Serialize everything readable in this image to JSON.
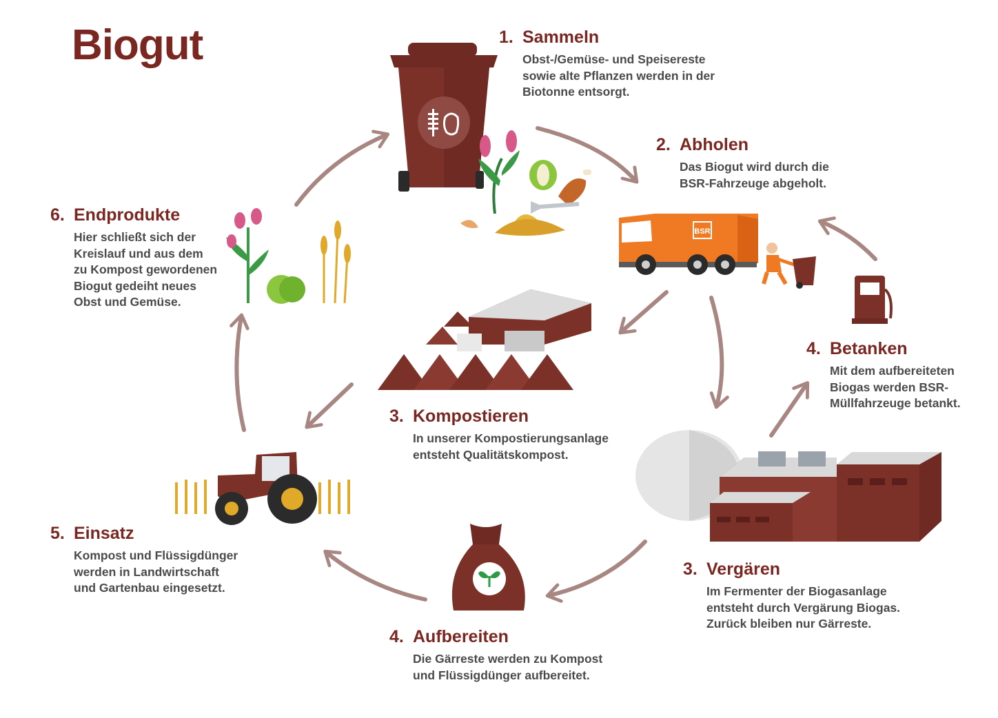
{
  "title": "Biogut",
  "colors": {
    "accent": "#7a2621",
    "bin": "#7b3028",
    "arrow": "#a88681",
    "truck": "#f07a24",
    "text": "#4a4a4a"
  },
  "icons": [
    "bin-icon",
    "truck-icon",
    "worker-icon",
    "fuel-pump-icon",
    "compost-plant-icon",
    "biogas-plant-icon",
    "fertilizer-bag-icon",
    "tractor-icon",
    "plants-icon",
    "waste-icon"
  ],
  "bin_logo": "bin-waste-logo",
  "truck_logo": "BSR",
  "steps": [
    {
      "id": "sammeln",
      "number": "1.",
      "heading": "Sammeln",
      "lines": [
        "Obst-/Gemüse- und Speisereste",
        "sowie alte Pflanzen werden in der",
        "Biotonne entsorgt."
      ]
    },
    {
      "id": "abholen",
      "number": "2.",
      "heading": "Abholen",
      "lines": [
        "Das Biogut wird durch die",
        "BSR-Fahrzeuge abgeholt."
      ]
    },
    {
      "id": "kompostieren",
      "number": "3.",
      "heading": "Kompostieren",
      "lines": [
        "In unserer Kompostierungsanlage",
        "entsteht Qualitätskompost."
      ]
    },
    {
      "id": "vergaeren",
      "number": "3.",
      "heading": "Vergären",
      "lines": [
        "Im Fermenter der Biogasanlage",
        "entsteht durch Vergärung Biogas.",
        "Zurück bleiben nur Gärreste."
      ]
    },
    {
      "id": "betanken",
      "number": "4.",
      "heading": "Betanken",
      "lines": [
        "Mit dem aufbereiteten",
        "Biogas werden BSR-",
        "Müllfahrzeuge betankt."
      ]
    },
    {
      "id": "aufbereiten",
      "number": "4.",
      "heading": "Aufbereiten",
      "lines": [
        "Die Gärreste werden zu Kompost",
        "und Flüssigdünger aufbereitet."
      ]
    },
    {
      "id": "einsatz",
      "number": "5.",
      "heading": "Einsatz",
      "lines": [
        "Kompost und Flüssigdünger",
        "werden in Landwirtschaft",
        "und Gartenbau eingesetzt."
      ]
    },
    {
      "id": "endprodukte",
      "number": "6.",
      "heading": "Endprodukte",
      "lines": [
        "Hier schließt sich der",
        "Kreislauf und aus dem",
        "zu Kompost gewordenen",
        "Biogut gedeiht neues",
        "Obst und Gemüse."
      ]
    }
  ]
}
